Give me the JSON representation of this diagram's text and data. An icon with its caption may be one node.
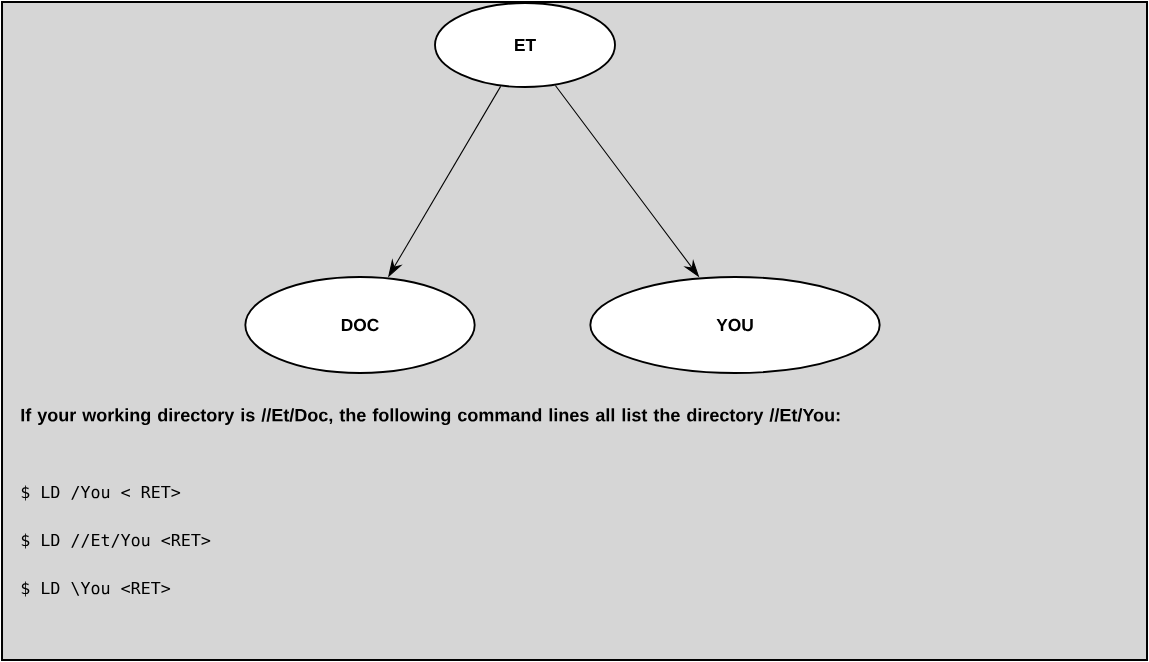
{
  "diagram": {
    "nodes": [
      {
        "text": [
          "ET"
        ]
      },
      {
        "text": [
          "DOC"
        ]
      },
      {
        "text": [
          "YOU"
        ]
      }
    ],
    "edges": [
      {
        "from": 0,
        "to": 1,
        "arrow": "to"
      },
      {
        "from": 0,
        "to": 2,
        "arrow": "to"
      }
    ],
    "labels": [
      "If your working directory is //Et/Doc, the following command lines all list the directory //Et/You:",
      "$ LD /You < RET>",
      "$ LD //Et/You <RET>",
      "$ LD \\You <RET>"
    ]
  }
}
